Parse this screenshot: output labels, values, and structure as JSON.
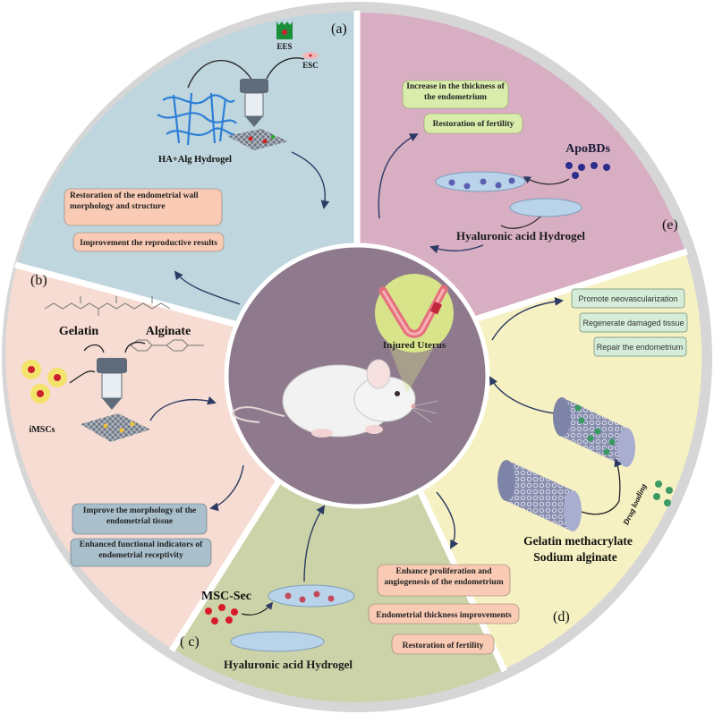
{
  "center": {
    "label": "Injured Uterus"
  },
  "colors": {
    "panel_a": "#bfd6df",
    "panel_b": "#f6dcd2",
    "panel_c": "#cdd3a8",
    "panel_d": "#f6f1c2",
    "panel_e": "#d8aec3",
    "center": "#8e7a8c",
    "ring": "#d6d6d6",
    "box_peach": "#f9cbb5",
    "box_green": "#d9ecab",
    "box_steel": "#a9c0cc",
    "box_mint": "#d5ecd9",
    "arrow": "#2d3b63"
  },
  "panel_a": {
    "letter": "(a)",
    "cell_labels": [
      "EES",
      "ESC"
    ],
    "hydrogel_label": "HA+Alg Hydrogel",
    "outcomes": [
      "Restoration of the endometrial wall morphology and structure",
      "Improvement the reproductive results"
    ]
  },
  "panel_b": {
    "letter": "(b)",
    "gelatin": "Gelatin",
    "alginate": "Alginate",
    "cells": "iMSCs",
    "outcomes": [
      "Improve the morphology of the endometrial tissue",
      "Enhanced functional indicators of endometrial receptivity"
    ]
  },
  "panel_c": {
    "letter": "( c)",
    "agent": "MSC-Sec",
    "hydrogel": "Hyaluronic acid Hydrogel",
    "outcomes": [
      "Enhance proliferation and angiogenesis of the endometrium",
      "Endometrial thickness improvements",
      "Restoration of fertility"
    ]
  },
  "panel_d": {
    "letter": "(d)",
    "drug": "Drug loading",
    "materials": [
      "Gelatin methacrylate",
      "Sodium alginate"
    ],
    "outcomes": [
      "Promote neovascularization",
      "Regenerate damaged tissue",
      "Repair the endometrium"
    ]
  },
  "panel_e": {
    "letter": "(e)",
    "agent": "ApoBDs",
    "hydrogel": "Hyaluronic acid Hydrogel",
    "outcomes": [
      "Increase in the thickness of the endometrium",
      "Restoration of fertility"
    ]
  }
}
